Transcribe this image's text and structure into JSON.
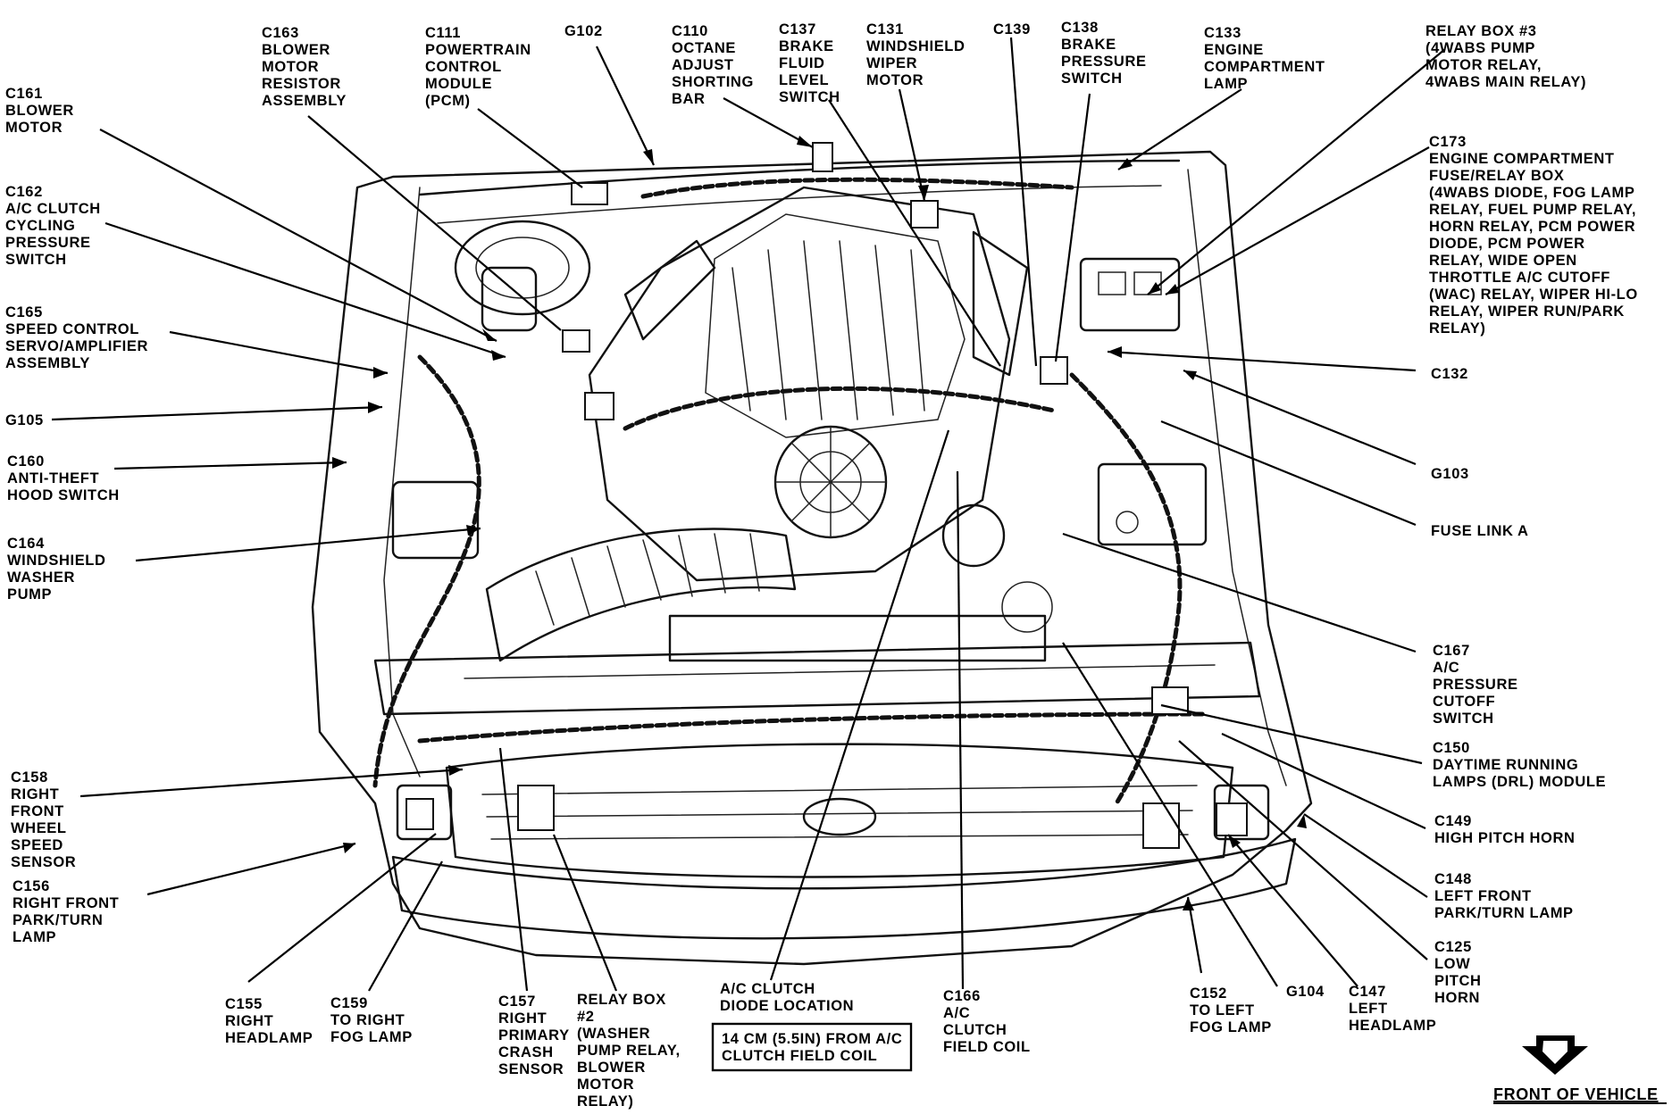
{
  "labels": {
    "c161": [
      "C161",
      "BLOWER",
      "MOTOR"
    ],
    "c163": [
      "C163",
      "BLOWER",
      "MOTOR",
      "RESISTOR",
      "ASSEMBLY"
    ],
    "c111": [
      "C111",
      "POWERTRAIN",
      "CONTROL",
      "MODULE",
      "(PCM)"
    ],
    "g102": [
      "G102"
    ],
    "c110": [
      "C110",
      "OCTANE",
      "ADJUST",
      "SHORTING",
      "BAR"
    ],
    "c137": [
      "C137",
      "BRAKE",
      "FLUID",
      "LEVEL",
      "SWITCH"
    ],
    "c131": [
      "C131",
      "WINDSHIELD",
      "WIPER",
      "MOTOR"
    ],
    "c139": [
      "C139"
    ],
    "c138": [
      "C138",
      "BRAKE",
      "PRESSURE",
      "SWITCH"
    ],
    "c133": [
      "C133",
      "ENGINE",
      "COMPARTMENT",
      "LAMP"
    ],
    "relay3": [
      "RELAY BOX #3",
      "(4WABS PUMP",
      "MOTOR RELAY,",
      "4WABS MAIN RELAY)"
    ],
    "c173": [
      "C173",
      "ENGINE COMPARTMENT",
      "FUSE/RELAY BOX",
      "(4WABS DIODE, FOG LAMP",
      "RELAY, FUEL PUMP RELAY,",
      "HORN RELAY, PCM POWER",
      "DIODE, PCM POWER",
      "RELAY, WIDE OPEN",
      "THROTTLE A/C CUTOFF",
      "(WAC) RELAY, WIPER HI-LO",
      "RELAY, WIPER RUN/PARK",
      "RELAY)"
    ],
    "c162": [
      "C162",
      "A/C CLUTCH",
      "CYCLING",
      "PRESSURE",
      "SWITCH"
    ],
    "c165": [
      "C165",
      "SPEED CONTROL",
      "SERVO/AMPLIFIER",
      "ASSEMBLY"
    ],
    "g105": [
      "G105"
    ],
    "c160": [
      "C160",
      "ANTI-THEFT",
      "HOOD SWITCH"
    ],
    "c164": [
      "C164",
      "WINDSHIELD",
      "WASHER",
      "PUMP"
    ],
    "c132": [
      "C132"
    ],
    "g103": [
      "G103"
    ],
    "fuselink": [
      "FUSE LINK A"
    ],
    "c167": [
      "C167",
      "A/C",
      "PRESSURE",
      "CUTOFF",
      "SWITCH"
    ],
    "c150": [
      "C150",
      "DAYTIME RUNNING",
      "LAMPS (DRL) MODULE"
    ],
    "c149": [
      "C149",
      "HIGH PITCH HORN"
    ],
    "c148": [
      "C148",
      "LEFT FRONT",
      "PARK/TURN LAMP"
    ],
    "c125": [
      "C125",
      "LOW",
      "PITCH",
      "HORN"
    ],
    "c158": [
      "C158",
      "RIGHT",
      "FRONT",
      "WHEEL",
      "SPEED",
      "SENSOR"
    ],
    "c156": [
      "C156",
      "RIGHT FRONT",
      "PARK/TURN",
      "LAMP"
    ],
    "c155": [
      "C155",
      "RIGHT",
      "HEADLAMP"
    ],
    "c159": [
      "C159",
      "TO RIGHT",
      "FOG LAMP"
    ],
    "c157": [
      "C157",
      "RIGHT",
      "PRIMARY",
      "CRASH",
      "SENSOR"
    ],
    "relay2": [
      "RELAY BOX",
      "#2",
      "(WASHER",
      "PUMP RELAY,",
      "BLOWER",
      "MOTOR",
      "RELAY)"
    ],
    "acdiode": [
      "A/C CLUTCH",
      "DIODE LOCATION"
    ],
    "c166": [
      "C166",
      "A/C",
      "CLUTCH",
      "FIELD COIL"
    ],
    "c152": [
      "C152",
      "TO LEFT",
      "FOG LAMP"
    ],
    "g104": [
      "G104"
    ],
    "c147": [
      "C147",
      "LEFT",
      "HEADLAMP"
    ]
  },
  "note_box": [
    "14 CM (5.5IN) FROM A/C",
    "CLUTCH FIELD COIL"
  ],
  "front_of_vehicle": "FRONT OF VEHICLE"
}
